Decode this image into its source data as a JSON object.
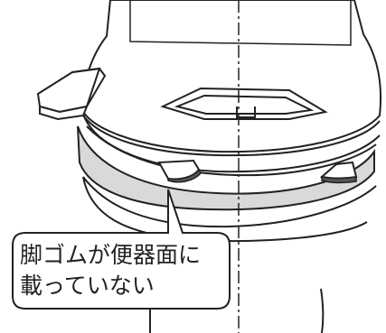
{
  "callout": {
    "line1": "脚ゴムが便器面に",
    "line2": "載っていない"
  },
  "colors": {
    "outline": "#222222",
    "background": "#ffffff",
    "leg_rubber_band_fill": "#d9d9d9",
    "leg_rubber_foot_fill": "#555555"
  },
  "icons": {
    "center_line": "dash-dot-centerline",
    "seat_handle": "lever-handle-icon"
  }
}
